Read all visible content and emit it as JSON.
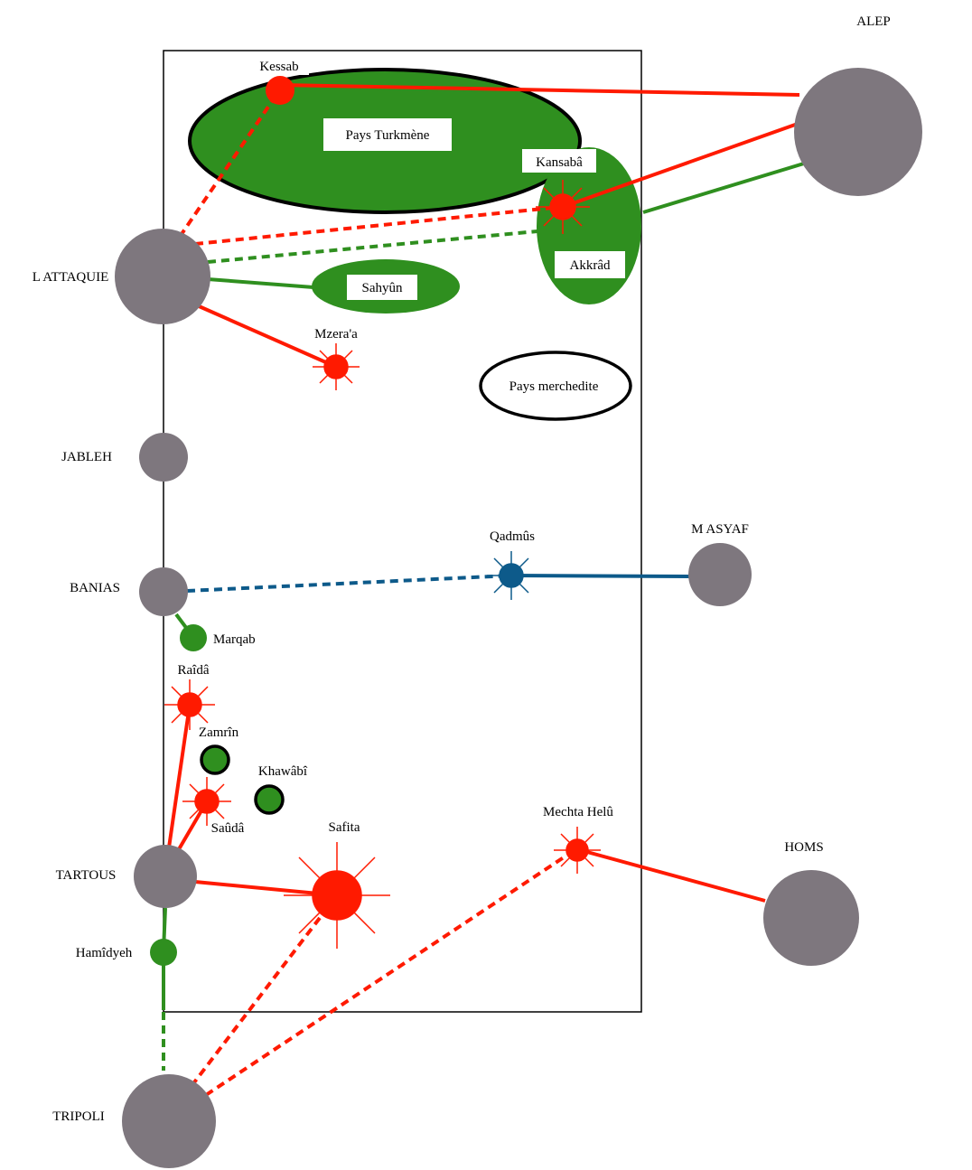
{
  "colors": {
    "city": "#7e777e",
    "red": "#ff1a00",
    "green": "#2f8f1f",
    "blue": "#0d5a8a",
    "frame": "#000000"
  },
  "cities": {
    "alep": "ALEP",
    "lattaquie": "L ATTAQUIE",
    "jableh": "JABLEH",
    "banias": "BANIAS",
    "masyaf": "M ASYAF",
    "tartous": "TARTOUS",
    "homs": "HOMS",
    "tripoli": "TRIPOLI"
  },
  "places": {
    "kessab": "Kessab",
    "kansaba": "Kansabâ",
    "mzera": "Mzera'a",
    "qadmus": "Qadmûs",
    "marqab": "Marqab",
    "raida": "Raîdâ",
    "zamrin": "Zamrîn",
    "khawabi": "Khawâbî",
    "sauda": "Saûdâ",
    "safita": "Safita",
    "mechta": "Mechta Helû",
    "hamidyeh": "Hamîdyeh"
  },
  "regions": {
    "turkmene": "Pays Turkmène",
    "akkrad": "Akkrâd",
    "sahyun": "Sahyûn",
    "merchedite": "Pays merchedite"
  }
}
